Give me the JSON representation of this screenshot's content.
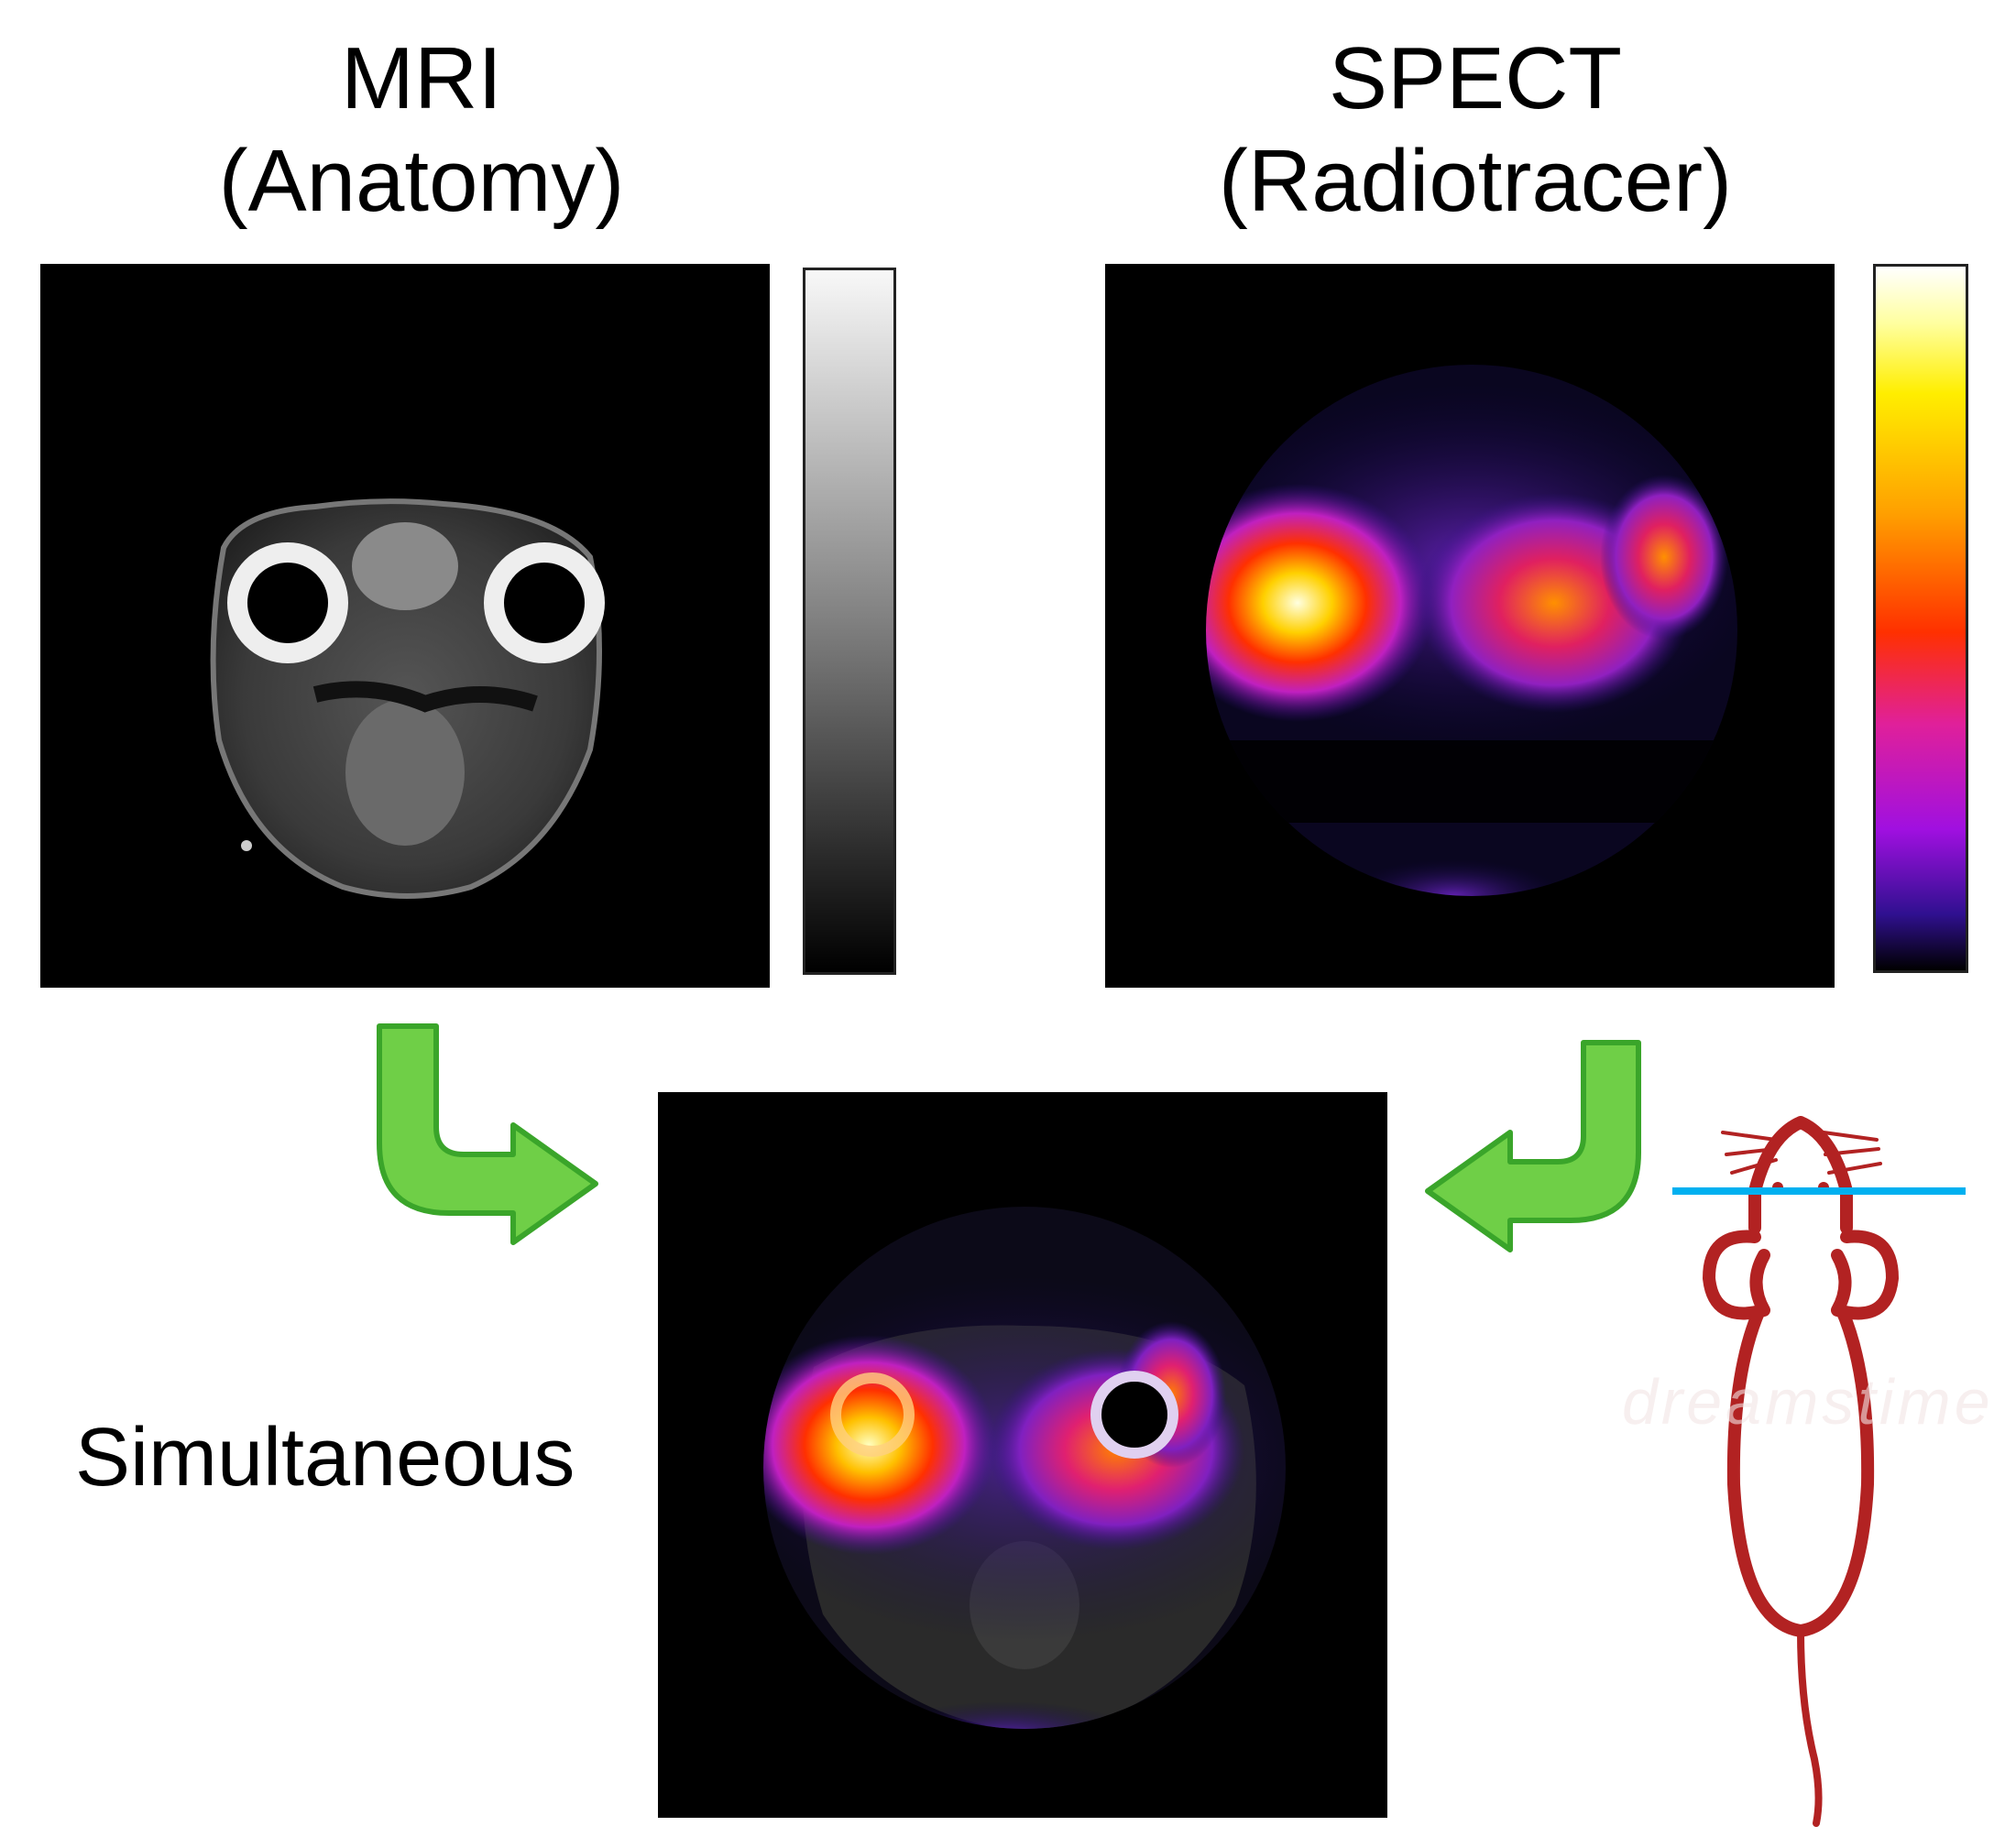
{
  "mri": {
    "title_line1": "MRI",
    "title_line2": "(Anatomy)",
    "colormap": "grayscale"
  },
  "spect": {
    "title_line1": "SPECT",
    "title_line2": "(Radiotracer)",
    "colormap": "hot-metal"
  },
  "fusion": {
    "label": "Simultaneous"
  },
  "arrows": {
    "color": "#6fcf47",
    "outline": "#3aa52a"
  },
  "mouse": {
    "color": "#b22222",
    "slice_line_color": "#00b0f0",
    "icon": "mouse-outline-icon"
  },
  "watermark": "dreamstime"
}
